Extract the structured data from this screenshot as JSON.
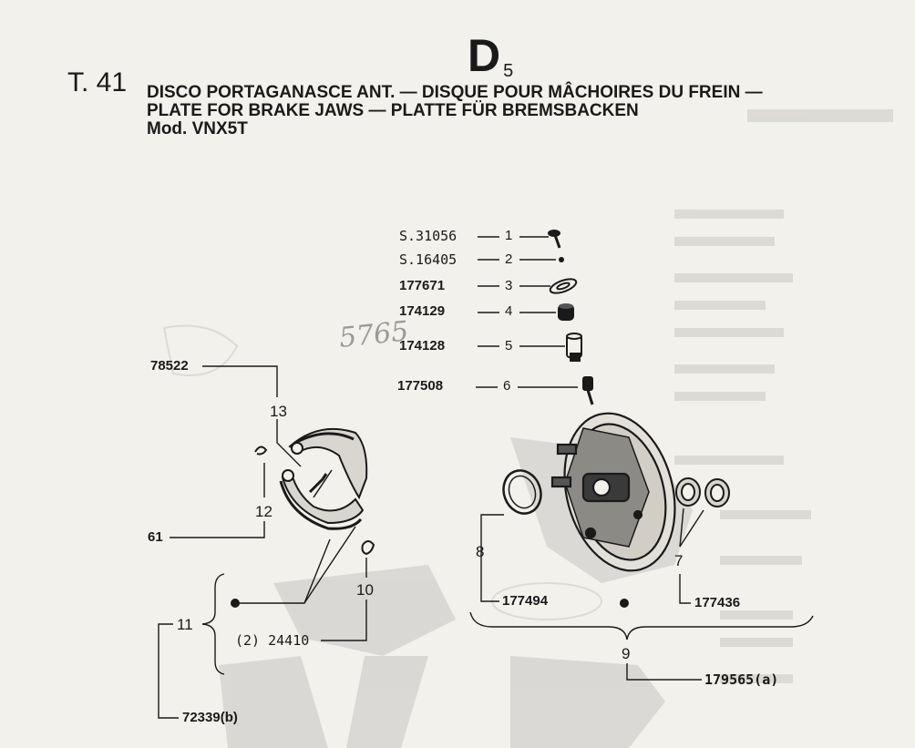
{
  "sheet": {
    "code": "D",
    "code_sub": "5"
  },
  "table": {
    "number": "T. 41"
  },
  "title": {
    "line1": "DISCO PORTAGANASCE ANT. — DISQUE POUR MÂCHOIRES DU FREIN —",
    "line2": "PLATE FOR BRAKE JAWS — PLATTE FÜR BREMSBACKEN",
    "line3": "Mod. VNX5T"
  },
  "stack_parts": [
    {
      "ref": "1",
      "code": "S.31056"
    },
    {
      "ref": "2",
      "code": "S.16405"
    },
    {
      "ref": "3",
      "code": "177671"
    },
    {
      "ref": "4",
      "code": "174129"
    },
    {
      "ref": "5",
      "code": "174128"
    },
    {
      "ref": "6",
      "code": "177508"
    }
  ],
  "left_group": {
    "spring_code": "78522",
    "spring_ref": "13",
    "pin_ref": "12",
    "pin_code": "61",
    "clip_ref": "10",
    "clip_code": "(2) 24410",
    "set_ref": "11",
    "set_code": "72339(b)"
  },
  "right_group": {
    "seal_ref": "8",
    "seal_code": "177494",
    "bearing_ref": "7",
    "bearing_code": "177436",
    "assembly_ref": "9",
    "assembly_code": "179565(a)"
  },
  "handwriting": "5765",
  "colors": {
    "ink": "#1a1a1a",
    "paper": "#f3f1ec",
    "watermark": "#c9c9c9"
  }
}
